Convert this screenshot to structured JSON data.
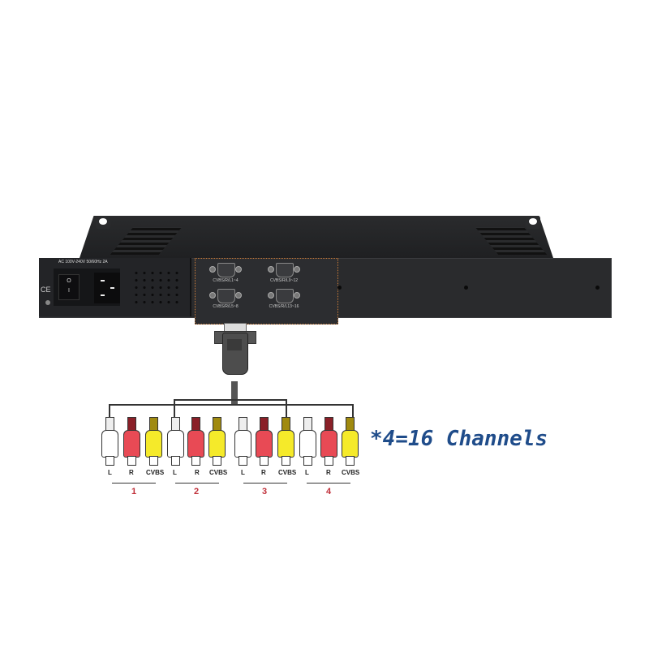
{
  "device": {
    "name": "rack-mount encoder rear panel",
    "power_label": "AC 100V-240V 50/60Hz 2A",
    "ce_mark": "CE",
    "switch_on": "O",
    "switch_off": "I"
  },
  "ports": [
    {
      "label": "CVBS/R/L1~4"
    },
    {
      "label": "CVBS/R/L9~12"
    },
    {
      "label": "CVBS/R/L5~8"
    },
    {
      "label": "CVBS/R/L13~16"
    }
  ],
  "breakout": {
    "groups": [
      {
        "number": "1",
        "plugs": [
          "L",
          "R",
          "CVBS"
        ]
      },
      {
        "number": "2",
        "plugs": [
          "L",
          "R",
          "CVBS"
        ]
      },
      {
        "number": "3",
        "plugs": [
          "L",
          "R",
          "CVBS"
        ]
      },
      {
        "number": "4",
        "plugs": [
          "L",
          "R",
          "CVBS"
        ]
      }
    ],
    "plug_colors": {
      "L": "#ffffff",
      "R": "#e84a55",
      "CVBS": "#f5ea2a"
    },
    "group_number_color": "#c0303a"
  },
  "caption": {
    "text": "*4=16 Channels",
    "color": "#1f4c8a"
  }
}
